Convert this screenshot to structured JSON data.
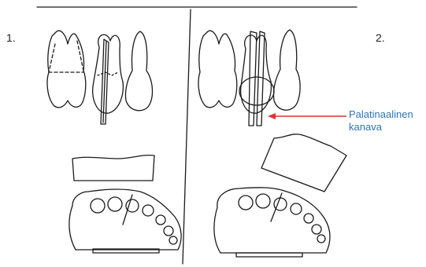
{
  "panels": [
    {
      "number": "1."
    },
    {
      "number": "2."
    }
  ],
  "callout": {
    "line1": "Palatinaalinen",
    "line2": "kanava"
  },
  "colors": {
    "ink": "#1a1a1a",
    "arrow": "#e0322f",
    "callout_text": "#2e75b6"
  }
}
